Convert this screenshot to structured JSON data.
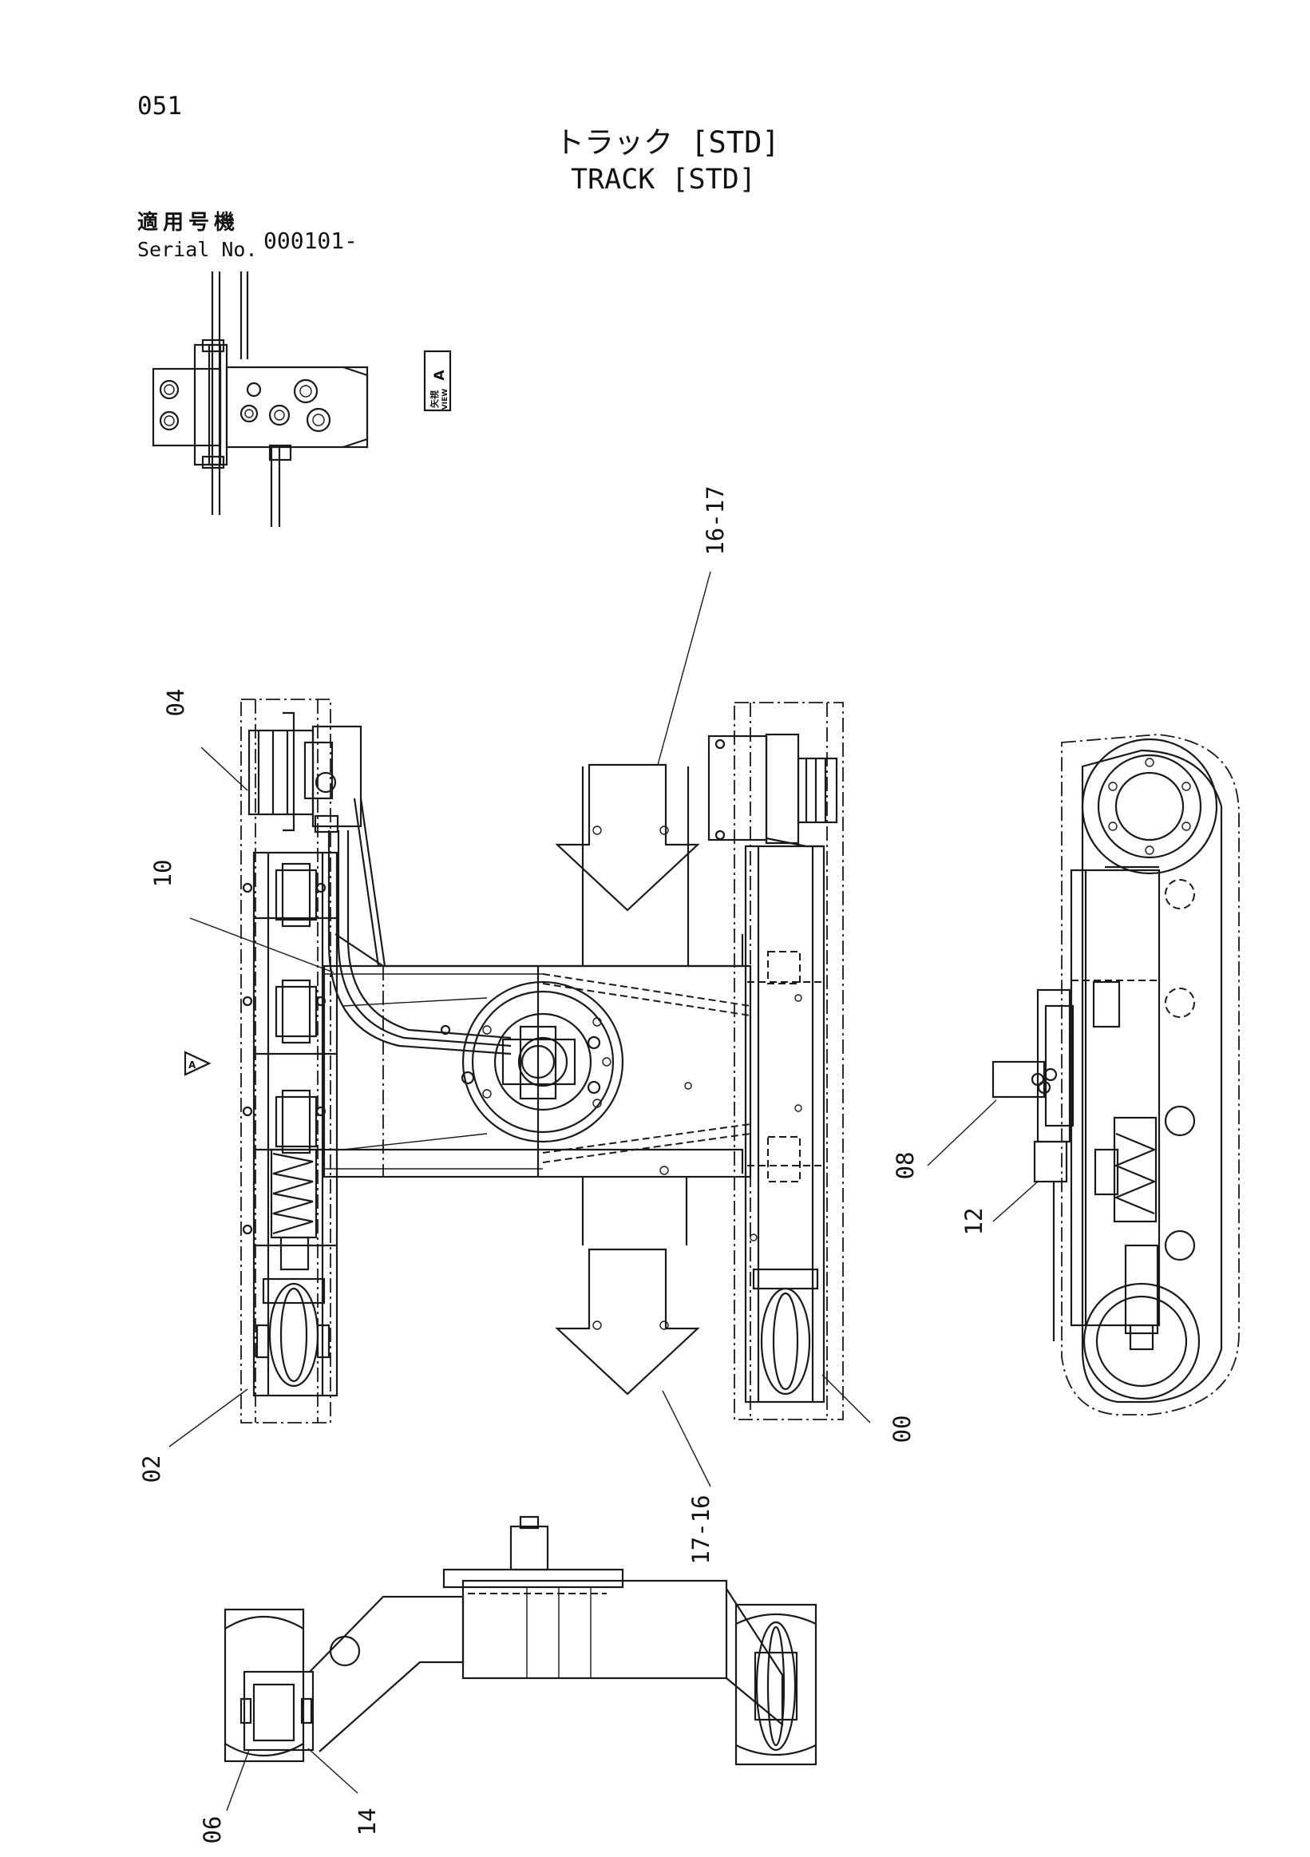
{
  "page": {
    "number": "051"
  },
  "title": {
    "japanese": "トラック [STD]",
    "english": "TRACK [STD]"
  },
  "serial": {
    "label_jp": "適用号機",
    "label_en": "Serial No.",
    "value": "000101-"
  },
  "view_marker": {
    "letter": "A",
    "kanji": "矢視",
    "caption": "VIEW"
  },
  "view_arrow_mark": "A",
  "callouts": {
    "c04": "04",
    "c10": "10",
    "c16_17": "16-17",
    "c08": "08",
    "c12": "12",
    "c02": "02",
    "c00": "00",
    "c17_16": "17-16",
    "c06": "06",
    "c14": "14"
  }
}
